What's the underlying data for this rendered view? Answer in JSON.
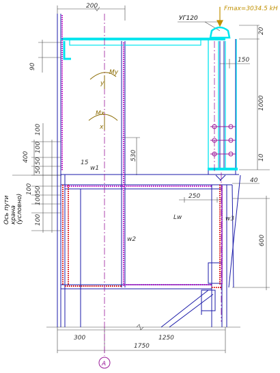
{
  "drawing": {
    "dims": {
      "top_width": "200",
      "right_top": "20",
      "beam_offset": "150",
      "column_height": "1000",
      "plate_low": "10",
      "left_90": "90",
      "d400": "400",
      "d100a": "100",
      "d100b": "100",
      "d100c": "100",
      "d100d": "100",
      "d50a": "50",
      "d50b": "50",
      "d50c": "50",
      "d100e": "100",
      "d15": "15",
      "d530": "530",
      "d250": "250",
      "d40": "40",
      "d600": "600",
      "bottom_300": "300",
      "bottom_1250": "1250",
      "bottom_1750": "1750"
    },
    "labels": {
      "profile": "УГ120",
      "load": "Fmax=3034.5 kH",
      "axis_marker": "A",
      "weld_w1": "w1",
      "weld_w2": "w2",
      "weld_w3": "w3",
      "section_lw": "Lw",
      "rotation_mx": "Mx",
      "rotation_my": "My",
      "axis_x": "x",
      "axis_y": "y",
      "side_note_1": "Ось пути",
      "side_note_2": "крана",
      "side_note_3": "(условно)"
    },
    "colors": {
      "outline": "#1a1aa8",
      "cyan": "#00e5ee",
      "red": "#d80000",
      "purple": "#9a1a9a",
      "magenta": "#c000c0",
      "gold": "#c09000",
      "dim": "#444444"
    }
  }
}
